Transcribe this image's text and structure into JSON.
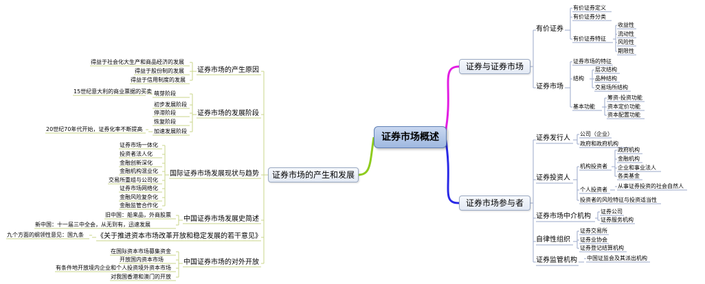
{
  "root": "证券市场概述",
  "branch_colors": {
    "securities_market": "#e21ee2",
    "participants": "#2a2ae6",
    "origin_development": "#8fcc1f",
    "right_lines": "#9aa7c9",
    "left_lines": "#c8d48a"
  },
  "right": {
    "securities_market": {
      "label": "证券与证券市场",
      "securities": {
        "label": "有价证券",
        "definition": "有价证券定义",
        "classification": "有价证券分类",
        "features": {
          "label": "有价证券特征",
          "items": [
            "收益性",
            "流动性",
            "风险性",
            "期限性"
          ]
        }
      },
      "market": {
        "label": "证券市场",
        "features": "证券市场的特征",
        "structure": {
          "label": "结构",
          "items": [
            "层次结构",
            "品种结构",
            "交易场所结构"
          ]
        },
        "functions": {
          "label": "基本功能",
          "items": [
            "筹资-投资功能",
            "资本定价功能",
            "资本配置功能"
          ]
        }
      }
    },
    "participants": {
      "label": "证券市场参与者",
      "issuer": {
        "label": "证券发行人",
        "items": [
          "公司（企业）",
          "政府和政府机构"
        ]
      },
      "investor": {
        "label": "证券投资人",
        "institutional": {
          "label": "机构投资者",
          "items": [
            "政府机构",
            "金融机构",
            "企业和事业法人",
            "各类基金"
          ]
        },
        "individual": {
          "label": "个人投资者",
          "detail": "从事证券投资的社会自然人"
        },
        "risk": "投资者的风险特征与投资适当性"
      },
      "intermediary": {
        "label": "证券市场中介机构",
        "items": [
          "证券公司",
          "证券服务机构"
        ]
      },
      "self_regulatory": {
        "label": "自律性组织",
        "items": [
          "证券交易所",
          "证券业协会",
          "证券登记结算机构"
        ]
      },
      "regulator": {
        "label": "证券监管机构",
        "detail": "中国证监会及其派出机构"
      }
    }
  },
  "left": {
    "label": "证券市场的产生和发展",
    "causes": {
      "label": "证券市场的产生原因",
      "items": [
        "得益于社会化大生产和商品经济的发展",
        "得益于股份制的发展",
        "得益于信用制度的发展"
      ]
    },
    "stages": {
      "label": "证券市场的发展阶段",
      "sprout": "萌芽阶段",
      "sprout_note": "15世纪意大利的商业票据的买卖",
      "items": [
        "初步发展阶段",
        "停滞阶段",
        "恢复阶段"
      ],
      "acceleration": "加速发展阶段",
      "acceleration_note": "20世纪70年代开始，证券化率不断提高"
    },
    "international": {
      "label": "国际证券市场发展现状与趋势",
      "items": [
        "证券市场一体化",
        "投资者法人化",
        "金融创新深化",
        "金融机构混业化",
        "交易所重组与公司化",
        "证券市场网络化",
        "金融风险复杂化",
        "金融监管合作化"
      ]
    },
    "china_history": {
      "label": "中国证券市场发展史简述",
      "items": [
        "旧中国：船来品，外商股票",
        "新中国：十一届三中全会，从无到有，迅速发展"
      ]
    },
    "opinions": {
      "label": "《关于推进资本市场改革开放和稳定发展的若干意见》",
      "note": "九个方面的纲领性意见：国九条"
    },
    "opening": {
      "label": "中国证券市场的对外开放",
      "items": [
        "在国际资本市场募集资金",
        "开放国内资本市场",
        "有条件地开放境内企业和个人投资境外资本市场",
        "对我国香港和澳门的开放"
      ]
    }
  }
}
